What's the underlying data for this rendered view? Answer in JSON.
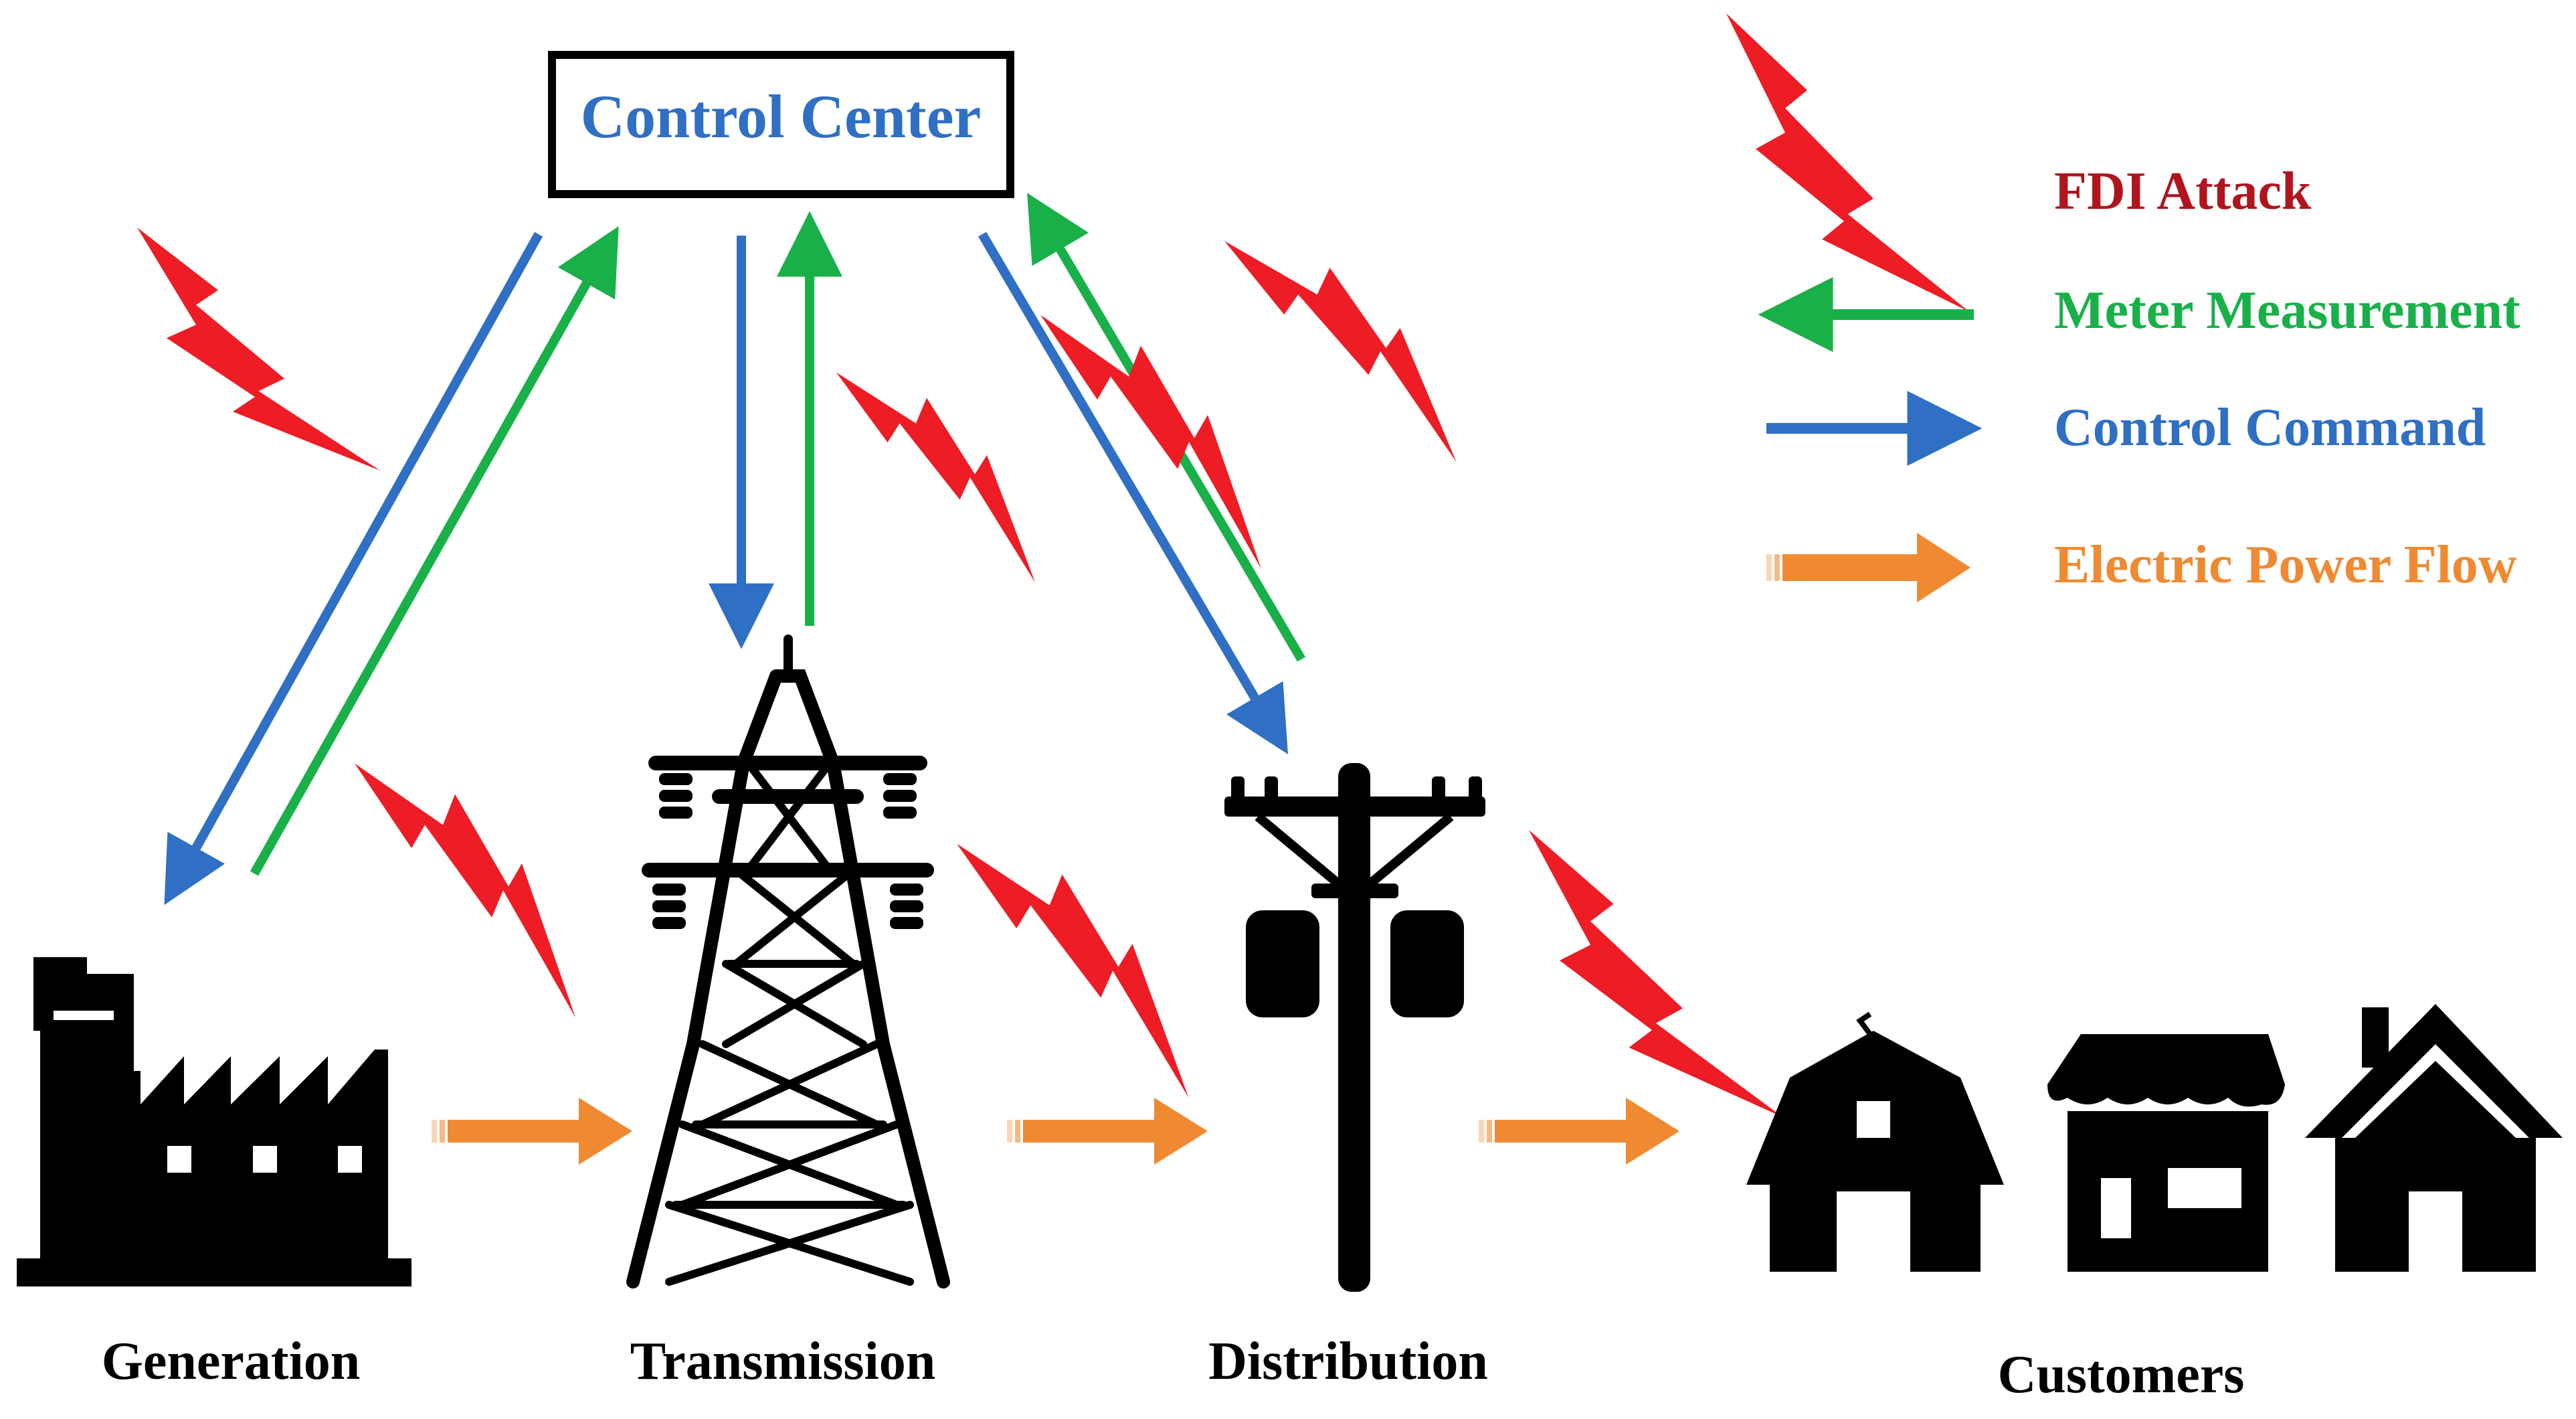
{
  "control_center": {
    "label": "Control Center"
  },
  "nodes": {
    "generation": "Generation",
    "transmission": "Transmission",
    "distribution": "Distribution",
    "customers": "Customers"
  },
  "legend": [
    {
      "key": "fdi",
      "label": "FDI Attack"
    },
    {
      "key": "meter",
      "label": "Meter Measurement"
    },
    {
      "key": "control",
      "label": "Control Command"
    },
    {
      "key": "power",
      "label": "Electric Power Flow"
    }
  ],
  "colors": {
    "fdi": "#ee1c25",
    "fdi_text": "#b0151e",
    "meter": "#19b04a",
    "control": "#2f6fc4",
    "control_text": "#2f6fc4",
    "power": "#ef8a32",
    "silhouette": "#000000"
  },
  "icons": [
    "lightning-bolt-icon",
    "factory-icon",
    "transmission-tower-icon",
    "utility-pole-icon",
    "barn-icon",
    "shop-icon",
    "house-icon"
  ]
}
